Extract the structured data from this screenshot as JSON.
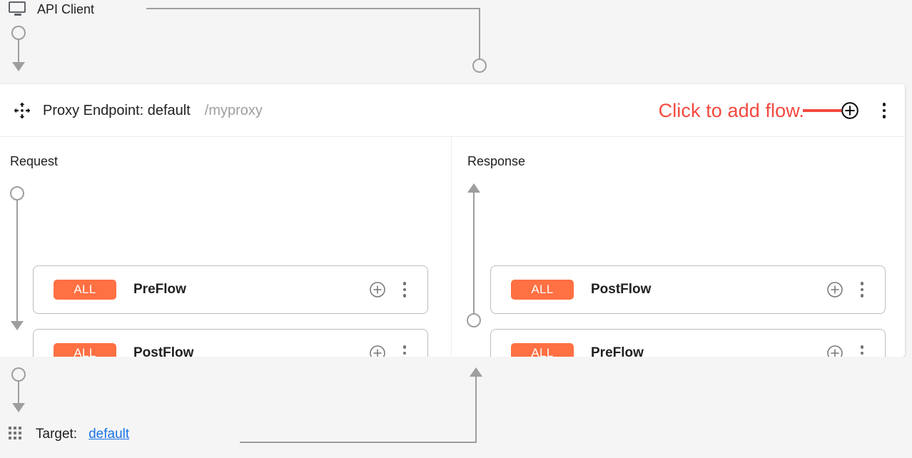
{
  "client": {
    "label": "API Client",
    "icon": "monitor-icon"
  },
  "endpoint": {
    "move_icon": "move-icon",
    "title": "Proxy Endpoint: default",
    "path": "/myproxy",
    "add_flow_icon": "plus-circle-icon",
    "menu_icon": "kebab-menu-icon"
  },
  "annotation": {
    "text": "Click to add flow.",
    "color": "#f4493f"
  },
  "columns": [
    {
      "title": "Request",
      "direction": "down",
      "flows": [
        {
          "badge": "ALL",
          "name": "PreFlow",
          "add_icon": "plus-circle-icon",
          "menu_icon": "kebab-menu-icon"
        },
        {
          "badge": "ALL",
          "name": "PostFlow",
          "add_icon": "plus-circle-icon",
          "menu_icon": "kebab-menu-icon"
        }
      ]
    },
    {
      "title": "Response",
      "direction": "up",
      "flows": [
        {
          "badge": "ALL",
          "name": "PostFlow",
          "add_icon": "plus-circle-icon",
          "menu_icon": "kebab-menu-icon"
        },
        {
          "badge": "ALL",
          "name": "PreFlow",
          "add_icon": "plus-circle-icon",
          "menu_icon": "kebab-menu-icon"
        }
      ]
    }
  ],
  "target": {
    "label": "Target:",
    "link": "default",
    "icon": "grid-icon"
  },
  "colors": {
    "badge": "#ff7043",
    "annotation": "#f4493f",
    "link": "#1a73e8",
    "connector": "#9e9e9e",
    "page_background": "#f5f5f5",
    "panel_background": "#ffffff"
  }
}
